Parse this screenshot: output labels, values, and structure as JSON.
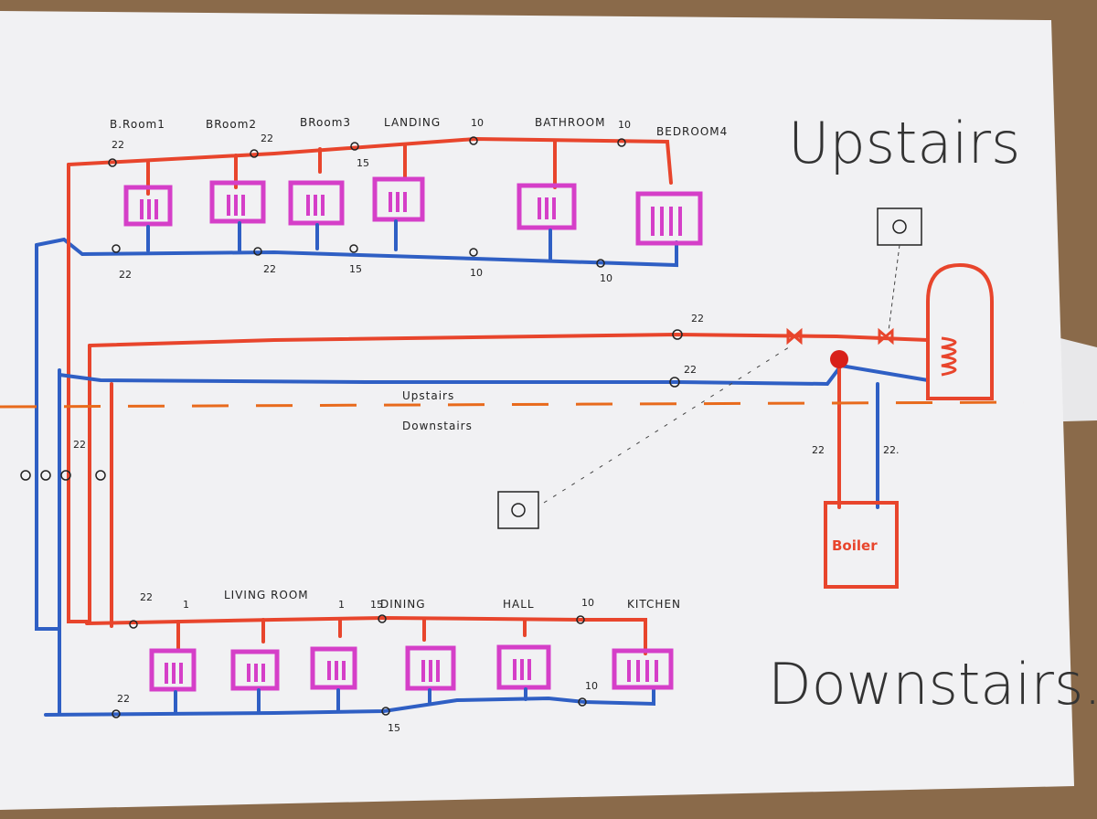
{
  "title": "Upstairs",
  "footer_title": "Downstairs.",
  "upstairs_rooms": [
    {
      "label": "B.Room1"
    },
    {
      "label": "BRoom2"
    },
    {
      "label": "BRoom3"
    },
    {
      "label": "LANDING"
    },
    {
      "label": "BATHROOM"
    },
    {
      "label": "BEDROOM4"
    }
  ],
  "upstairs_flow_sizes": [
    "22",
    "22",
    "15",
    "10",
    "10"
  ],
  "upstairs_return_sizes": [
    "22",
    "22",
    "15",
    "10",
    "10"
  ],
  "downstairs_rooms": [
    {
      "label": "LIVING ROOM"
    },
    {
      "label": "DINING"
    },
    {
      "label": "HALL"
    },
    {
      "label": "KITCHEN"
    }
  ],
  "downstairs_flow_sizes": [
    "22",
    "1",
    "1",
    "15",
    "10"
  ],
  "downstairs_return_sizes": [
    "22",
    "15",
    "10"
  ],
  "main_flow_size": "22",
  "main_return_size": "22",
  "riser_size": "22",
  "floor_divider": {
    "upper": "Upstairs",
    "lower": "Downstairs"
  },
  "boiler": {
    "label": "Boiler",
    "flow_size": "22",
    "return_size": "22."
  },
  "colors": {
    "flow": "#e8452c",
    "return": "#2f5fc4",
    "radiator": "#d53fc8",
    "divider": "#e86a1c",
    "paper": "#f1f1f3"
  }
}
